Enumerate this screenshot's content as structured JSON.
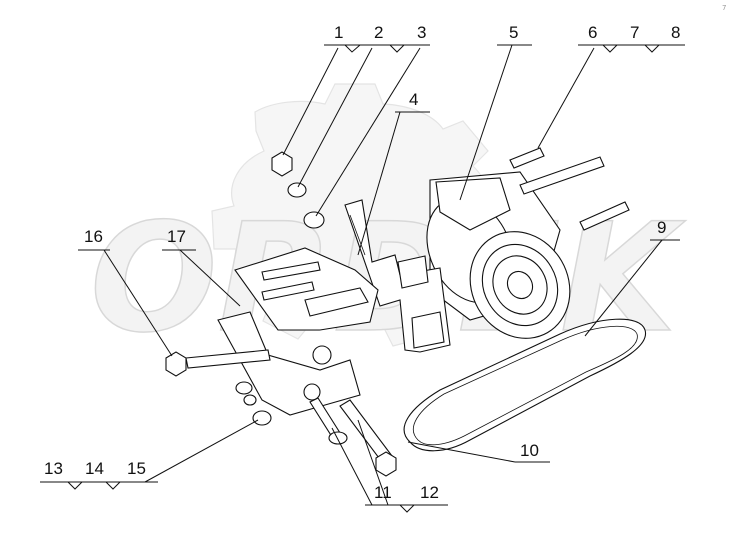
{
  "corner_text": "7",
  "watermark": "ORDEK",
  "callouts": {
    "top": [
      "1",
      "2",
      "3",
      "4",
      "5",
      "6",
      "7",
      "8"
    ],
    "right": [
      "9",
      "10"
    ],
    "bottom": [
      "11",
      "12",
      "13",
      "14",
      "15"
    ],
    "left": [
      "16",
      "17"
    ]
  }
}
